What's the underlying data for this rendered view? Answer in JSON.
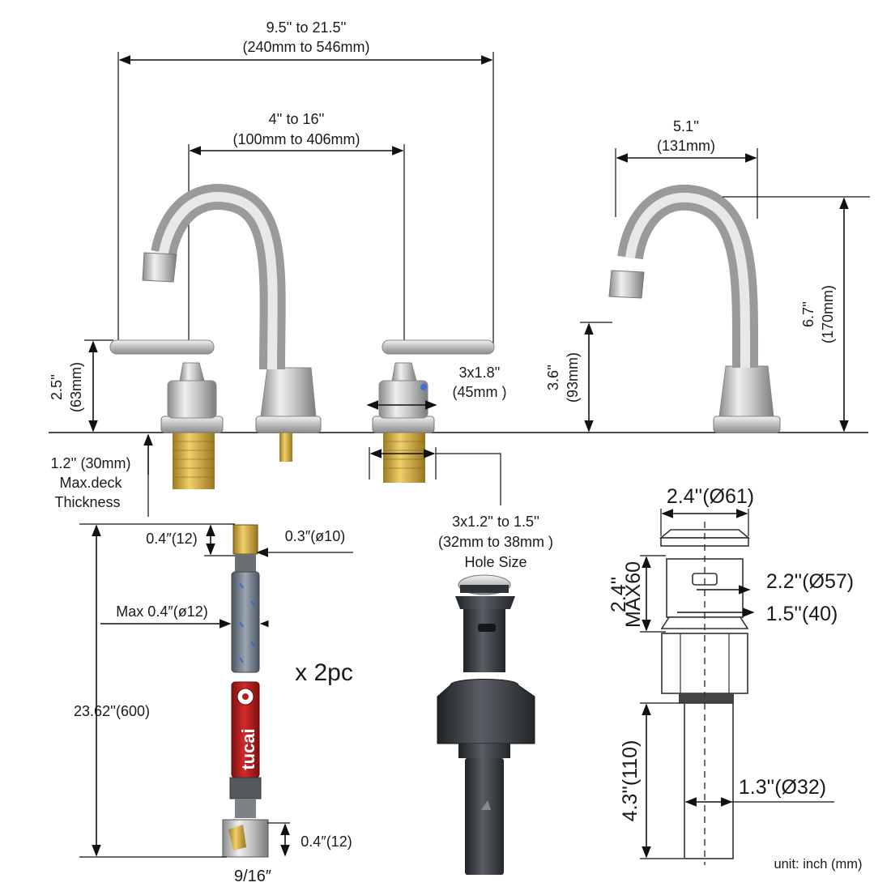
{
  "dimensions": {
    "overall_spread_in": "9.5'' to 21.5''",
    "overall_spread_mm": "(240mm to 546mm)",
    "handle_spread_in": "4'' to 16''",
    "handle_spread_mm": "(100mm to 406mm)",
    "spout_reach_in": "5.1''",
    "spout_reach_mm": "(131mm)",
    "handle_height_in": "2.5''",
    "handle_height_mm": "(63mm)",
    "base_dia_in": "3x1.8''",
    "base_dia_mm": "(45mm )",
    "spout_base_height_in": "3.6''",
    "spout_base_height_mm": "(93mm)",
    "spout_total_height_in": "6.7''",
    "spout_total_height_mm": "(170mm)",
    "deck_thickness_1": "1.2'' (30mm)",
    "deck_thickness_2": "Max.deck",
    "deck_thickness_3": "Thickness",
    "hole_size_1": "3x1.2'' to 1.5''",
    "hole_size_2": "(32mm to 38mm )",
    "hole_size_3": "Hole Size"
  },
  "hose": {
    "top_fitting": "0.4″(12)",
    "top_dia": "0.3″(ø10)",
    "max_dia": "Max 0.4″(ø12)",
    "length": "23.62''(600)",
    "bottom_fitting": "0.4″(12)",
    "nut_size": "9/16″",
    "quantity": "x 2pc",
    "brand_logo": "tucai"
  },
  "drain": {
    "cap_dia": "2.4''(Ø61)",
    "flange_dia": "2.2''(Ø57)",
    "flange_height": "1.5''(40)",
    "max_label": "MAX60",
    "upper_height": "2.4''",
    "tail_dia": "1.3''(Ø32)",
    "tail_height": "4.3''(110)"
  },
  "unit_note": "unit: inch (mm)",
  "colors": {
    "chrome_light": "#e6e6e6",
    "chrome_dark": "#7d7d7d",
    "brass": "#c9a23c",
    "drain_body": "#3a3d42",
    "hose_red": "#b81c1c",
    "hose_braid": "#6f7a86"
  }
}
